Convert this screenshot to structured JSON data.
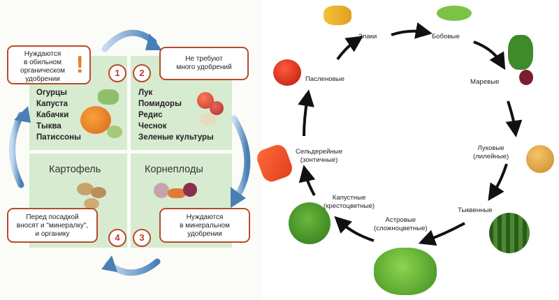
{
  "left": {
    "q1": {
      "number": "1",
      "note": [
        "Нуждаются",
        "в обильном",
        "органическом",
        "удобрении"
      ],
      "exclamation": "!",
      "items": [
        "Огурцы",
        "Капуста",
        "Кабачки",
        "Тыква",
        "Патиссоны"
      ]
    },
    "q2": {
      "number": "2",
      "note": [
        "Не требуют",
        "много удобрений"
      ],
      "items": [
        "Лук",
        "Помидоры",
        "Редис",
        "Чеснок",
        "Зеленые культуры"
      ]
    },
    "q3": {
      "number": "3",
      "title": "Корнеплоды",
      "note": [
        "Нуждаются",
        "в минеральном",
        "удобрении"
      ]
    },
    "q4": {
      "number": "4",
      "title": "Картофель",
      "note": [
        "Перед посадкой",
        "вносят и \"минералку\",",
        "и органику"
      ]
    }
  },
  "right": {
    "nodes": [
      {
        "id": "zlaki",
        "label": [
          "Злаки"
        ]
      },
      {
        "id": "bobovye",
        "label": [
          "Бобовые"
        ]
      },
      {
        "id": "marevye",
        "label": [
          "Маревые"
        ]
      },
      {
        "id": "lukovye",
        "label": [
          "Луковые",
          "(лилейные)"
        ]
      },
      {
        "id": "tykvennye",
        "label": [
          "Тыквенные"
        ]
      },
      {
        "id": "astrovye",
        "label": [
          "Астровые",
          "(сложноцветные)"
        ]
      },
      {
        "id": "kapustnye",
        "label": [
          "Капустные",
          "(крестоцветные)"
        ]
      },
      {
        "id": "selderey",
        "label": [
          "Сельдерейные",
          "(зонтичные)"
        ]
      },
      {
        "id": "paslenovye",
        "label": [
          "Пасленовые"
        ]
      }
    ]
  }
}
